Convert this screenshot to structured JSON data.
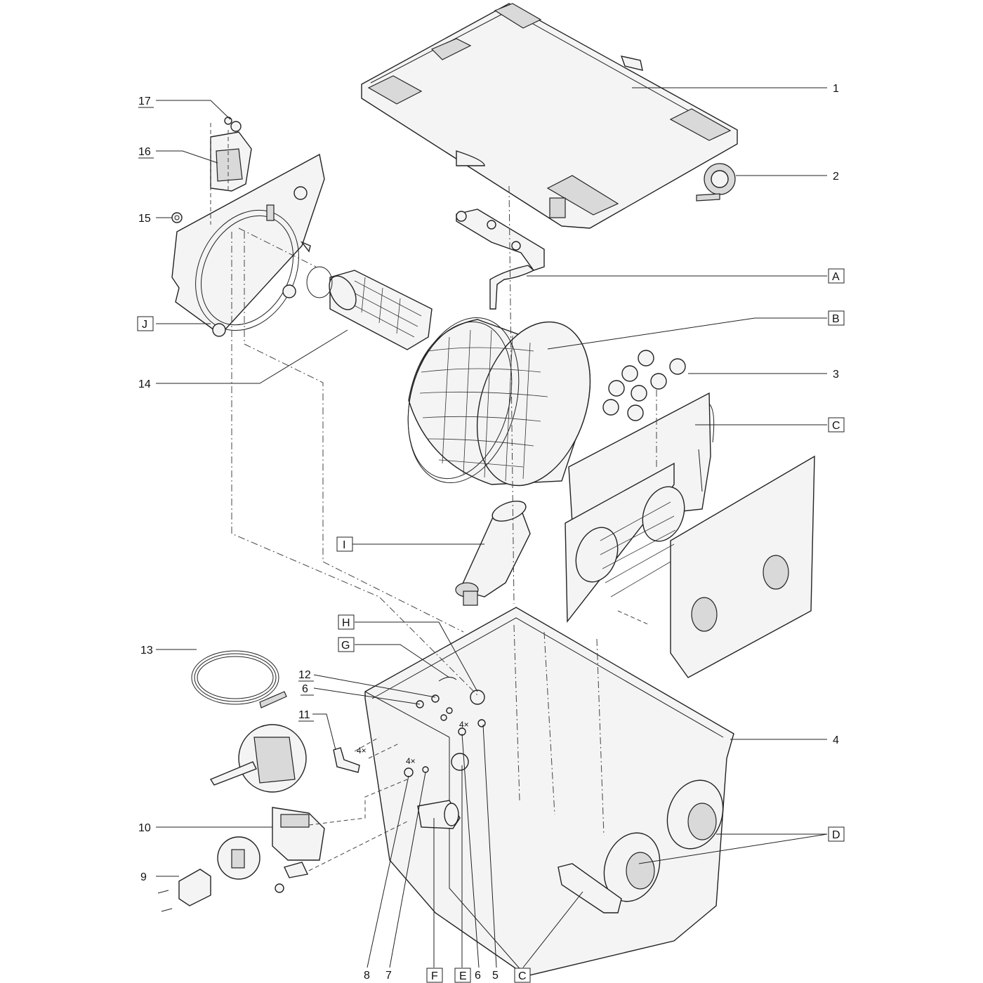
{
  "labels": {
    "l1": "1",
    "l2": "2",
    "l3": "3",
    "l4": "4",
    "l5": "5",
    "l6a": "6",
    "l6b": "6",
    "l7": "7",
    "l8": "8",
    "l9": "9",
    "l10": "10",
    "l11": "11",
    "l12": "12",
    "l13": "13",
    "l14": "14",
    "l15": "15",
    "l16": "16",
    "l17": "17",
    "A": "A",
    "B": "B",
    "C1": "C",
    "C2": "C",
    "D": "D",
    "E": "E",
    "F": "F",
    "G": "G",
    "H": "H",
    "I": "I",
    "J": "J"
  },
  "quantities": {
    "q1": "4×",
    "q2": "4×",
    "q3": "4×"
  }
}
